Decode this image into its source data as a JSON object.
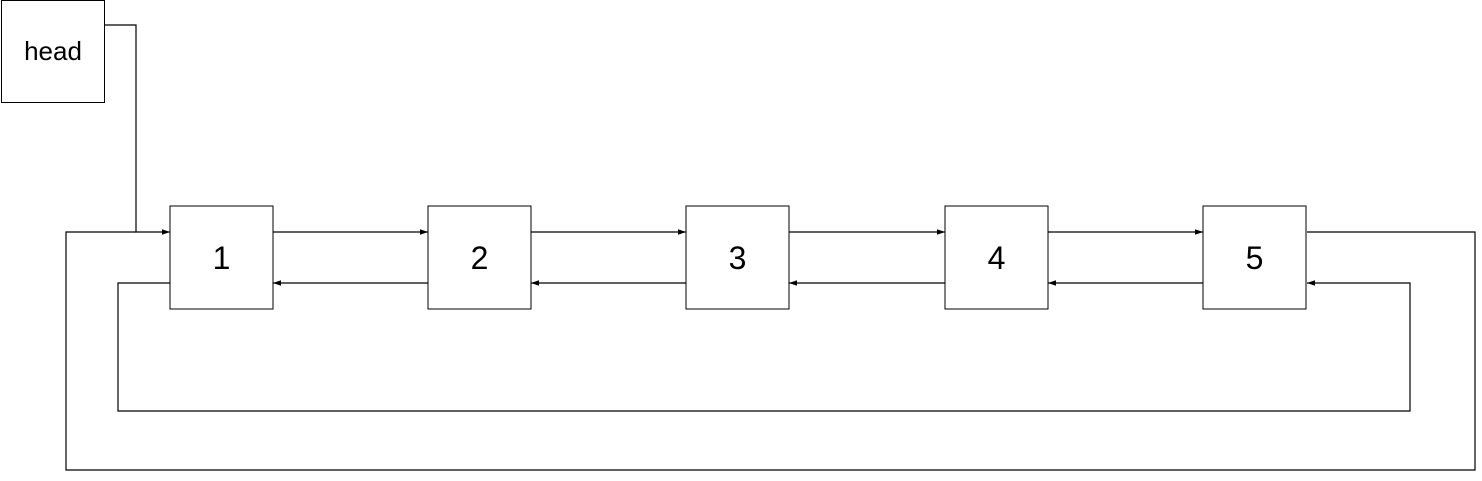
{
  "diagram": {
    "head_label": "head",
    "nodes": [
      {
        "label": "1"
      },
      {
        "label": "2"
      },
      {
        "label": "3"
      },
      {
        "label": "4"
      },
      {
        "label": "5"
      }
    ],
    "colors": {
      "stroke": "#000000",
      "fill": "#ffffff"
    }
  }
}
